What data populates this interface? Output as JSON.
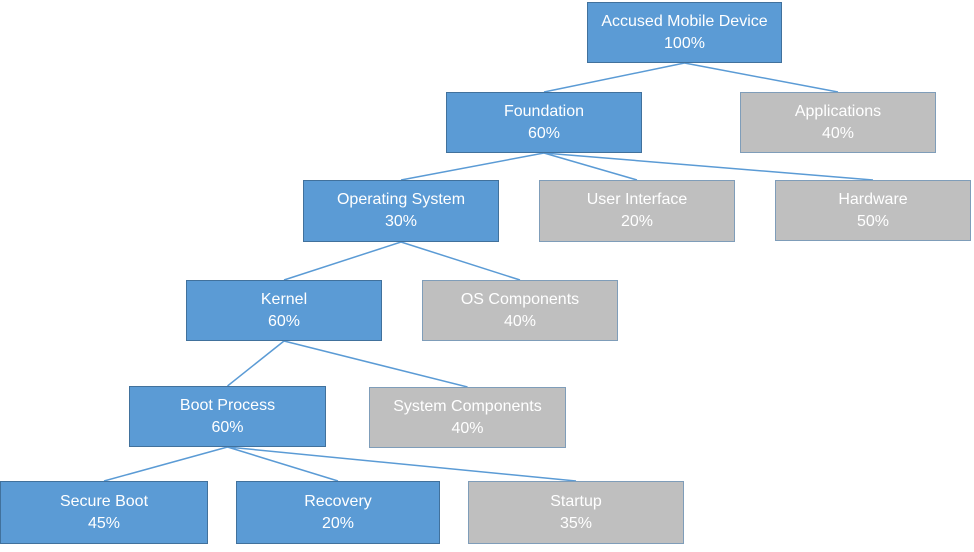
{
  "colors": {
    "highlighted": "#5b9bd5",
    "other": "#bfbfbf",
    "connector": "#5b9bd5",
    "text": "#ffffff"
  },
  "nodes": {
    "accused_mobile_device": {
      "label": "Accused Mobile Device",
      "value": "100%",
      "highlighted": true
    },
    "foundation": {
      "label": "Foundation",
      "value": "60%",
      "highlighted": true
    },
    "applications": {
      "label": "Applications",
      "value": "40%",
      "highlighted": false
    },
    "operating_system": {
      "label": "Operating System",
      "value": "30%",
      "highlighted": true
    },
    "user_interface": {
      "label": "User Interface",
      "value": "20%",
      "highlighted": false
    },
    "hardware": {
      "label": "Hardware",
      "value": "50%",
      "highlighted": false
    },
    "kernel": {
      "label": "Kernel",
      "value": "60%",
      "highlighted": true
    },
    "os_components": {
      "label": "OS Components",
      "value": "40%",
      "highlighted": false
    },
    "boot_process": {
      "label": "Boot Process",
      "value": "60%",
      "highlighted": true
    },
    "system_components": {
      "label": "System Components",
      "value": "40%",
      "highlighted": false
    },
    "secure_boot": {
      "label": "Secure Boot",
      "value": "45%",
      "highlighted": true
    },
    "recovery": {
      "label": "Recovery",
      "value": "20%",
      "highlighted": true
    },
    "startup": {
      "label": "Startup",
      "value": "35%",
      "highlighted": false
    }
  },
  "edges": [
    [
      "accused_mobile_device",
      "foundation"
    ],
    [
      "accused_mobile_device",
      "applications"
    ],
    [
      "foundation",
      "operating_system"
    ],
    [
      "foundation",
      "user_interface"
    ],
    [
      "foundation",
      "hardware"
    ],
    [
      "operating_system",
      "kernel"
    ],
    [
      "operating_system",
      "os_components"
    ],
    [
      "kernel",
      "boot_process"
    ],
    [
      "kernel",
      "system_components"
    ],
    [
      "boot_process",
      "secure_boot"
    ],
    [
      "boot_process",
      "recovery"
    ],
    [
      "boot_process",
      "startup"
    ]
  ]
}
